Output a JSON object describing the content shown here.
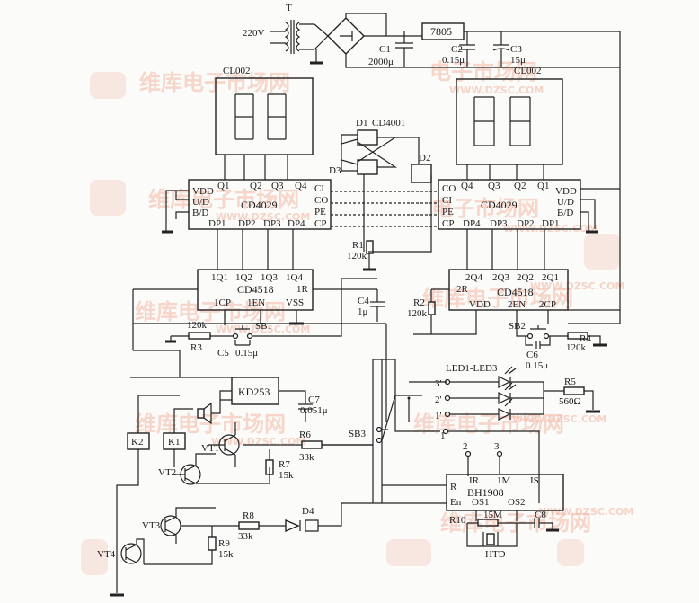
{
  "watermark": {
    "cn": "维库电子市场网",
    "cn2": "电子市场网",
    "url": "WWW.DZSC.COM"
  },
  "power": {
    "transformer": "T",
    "voltage": "220V",
    "regulator": "7805",
    "c1_name": "C1",
    "c1_value": "2000μ",
    "c2_name": "C2",
    "c2_value": "0.15μ",
    "c3_name": "C3",
    "c3_value": "15μ"
  },
  "displays": {
    "left": "CL002",
    "right": "CL002"
  },
  "counter_left": {
    "name": "CD4029",
    "pins_left": [
      "VDD",
      "U/D",
      "B/D"
    ],
    "pins_top": [
      "Q1",
      "Q2",
      "Q3",
      "Q4"
    ],
    "pins_right": [
      "CI",
      "CO",
      "PE",
      "CP"
    ],
    "pins_bottom": [
      "DP1",
      "DP2",
      "DP3",
      "DP4"
    ]
  },
  "counter_right": {
    "name": "CD4029",
    "pins_top": [
      "Q4",
      "Q3",
      "Q2",
      "Q1"
    ],
    "pins_left": [
      "CO",
      "CI",
      "PE",
      "CP"
    ],
    "pins_right": [
      "VDD",
      "U/D",
      "B/D"
    ],
    "pins_bottom": [
      "DP4",
      "DP3",
      "DP2",
      "DP1"
    ]
  },
  "diodes": {
    "d1": "D1",
    "d1_part": "CD4001",
    "d2": "D2",
    "d3": "D3"
  },
  "latch_left": {
    "name": "CD4518",
    "pins_top": [
      "1Q1",
      "1Q2",
      "1Q3",
      "1Q4"
    ],
    "pins_bottom": [
      "1CP",
      "1EN",
      "VSS"
    ],
    "pin_r": "1R"
  },
  "latch_right": {
    "name": "CD4518",
    "pins_top": [
      "2Q4",
      "2Q3",
      "2Q2",
      "2Q1"
    ],
    "pin_r": "2R",
    "pins_bottom": [
      "VDD",
      "2EN",
      "2CP"
    ]
  },
  "resistors": {
    "r1": "R1",
    "r1_value": "120k",
    "r2": "R2",
    "r2_value": "120k",
    "r3": "R3",
    "r3_value": "120k",
    "r4": "R4",
    "r4_value": "120k",
    "r5": "R5",
    "r5_value": "560Ω",
    "r6": "R6",
    "r6_value": "33k",
    "r7": "R7",
    "r7_value": "15k",
    "r8": "R8",
    "r8_value": "33k",
    "r9": "R9",
    "r9_value": "15k",
    "r10": "R10",
    "r10_value": "15M"
  },
  "caps": {
    "c4": "C4",
    "c4_value": "1μ",
    "c5": "C5",
    "c5_value": "0.15μ",
    "c6": "C6",
    "c6_value": "0.15μ",
    "c7": "C7",
    "c7_value": "0.051μ",
    "c8": "C8"
  },
  "switches": {
    "sb1": "SB1",
    "sb2": "SB2",
    "sb3": "SB3"
  },
  "sound": {
    "chip": "KD253"
  },
  "relays": {
    "k1": "K1",
    "k2": "K2"
  },
  "transistors": {
    "vt1": "VT1",
    "vt2": "VT2",
    "vt3": "VT3",
    "vt4": "VT4"
  },
  "diode_d4": "D4",
  "leds": {
    "label": "LED1-LED3",
    "positions": [
      "3'",
      "2'",
      "1'"
    ],
    "selector": [
      "1",
      "2",
      "3"
    ]
  },
  "timer": {
    "name": "BH1908",
    "pins_top": [
      "IR",
      "1M",
      "IS"
    ],
    "pins_left": [
      "R",
      "En"
    ],
    "pins_bottom": [
      "OS1",
      "OS2"
    ],
    "crystal": "HTD"
  }
}
